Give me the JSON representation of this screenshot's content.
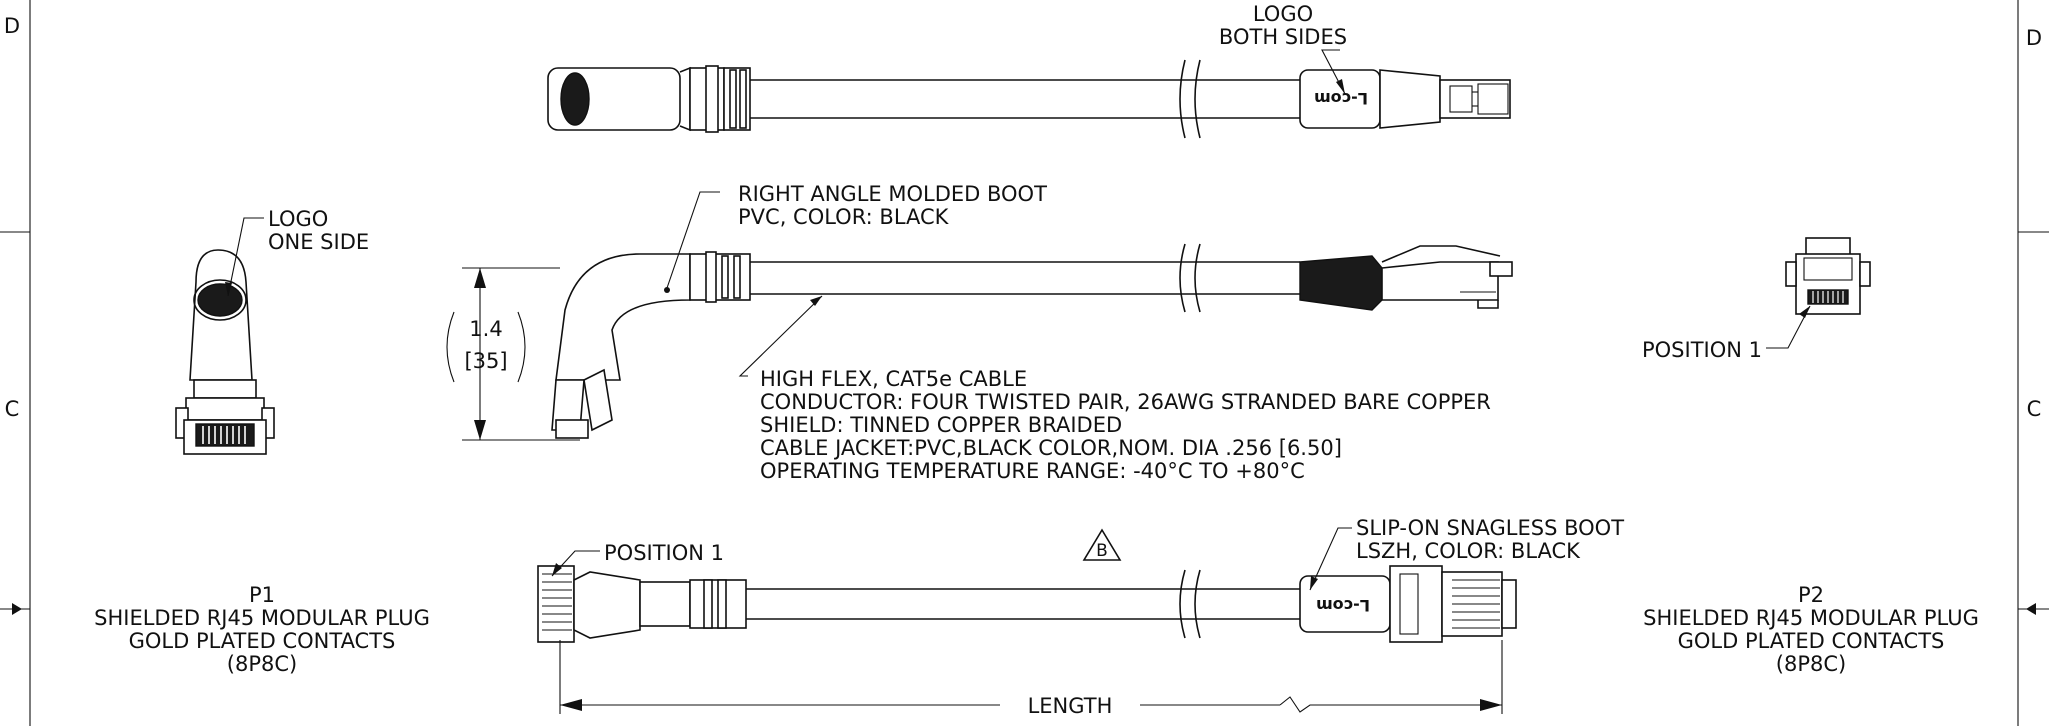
{
  "zones": {
    "left": [
      "D",
      "C"
    ],
    "right": [
      "D",
      "C"
    ]
  },
  "views": {
    "top": {
      "logo_label": [
        "LOGO",
        "BOTH SIDES"
      ],
      "logo_text": "L-com"
    },
    "side": {
      "boot_label": [
        "RIGHT ANGLE MOLDED BOOT",
        "PVC, COLOR: BLACK"
      ],
      "cable_label": [
        "HIGH FLEX, CAT5e CABLE",
        "CONDUCTOR: FOUR TWISTED PAIR, 26AWG STRANDED BARE COPPER",
        "SHIELD: TINNED COPPER BRAIDED",
        "CABLE JACKET:PVC,BLACK COLOR,NOM. DIA .256 [6.50]",
        "OPERATING TEMPERATURE RANGE: -40°C TO +80°C"
      ],
      "dim_inch": "1.4",
      "dim_mm": "[35]"
    },
    "end_left": {
      "logo_label": [
        "LOGO",
        "ONE SIDE"
      ]
    },
    "end_right": {
      "position_label": "POSITION 1"
    },
    "bottom": {
      "position_label": "POSITION 1",
      "revision": "B",
      "boot_label": [
        "SLIP-ON SNAGLESS BOOT",
        "LSZH, COLOR:  BLACK"
      ],
      "length_label": "LENGTH"
    }
  },
  "plugs": {
    "p1": [
      "P1",
      "SHIELDED RJ45 MODULAR PLUG",
      "GOLD PLATED CONTACTS",
      "(8P8C)"
    ],
    "p2": [
      "P2",
      "SHIELDED RJ45 MODULAR PLUG",
      "GOLD PLATED CONTACTS",
      "(8P8C)"
    ]
  }
}
